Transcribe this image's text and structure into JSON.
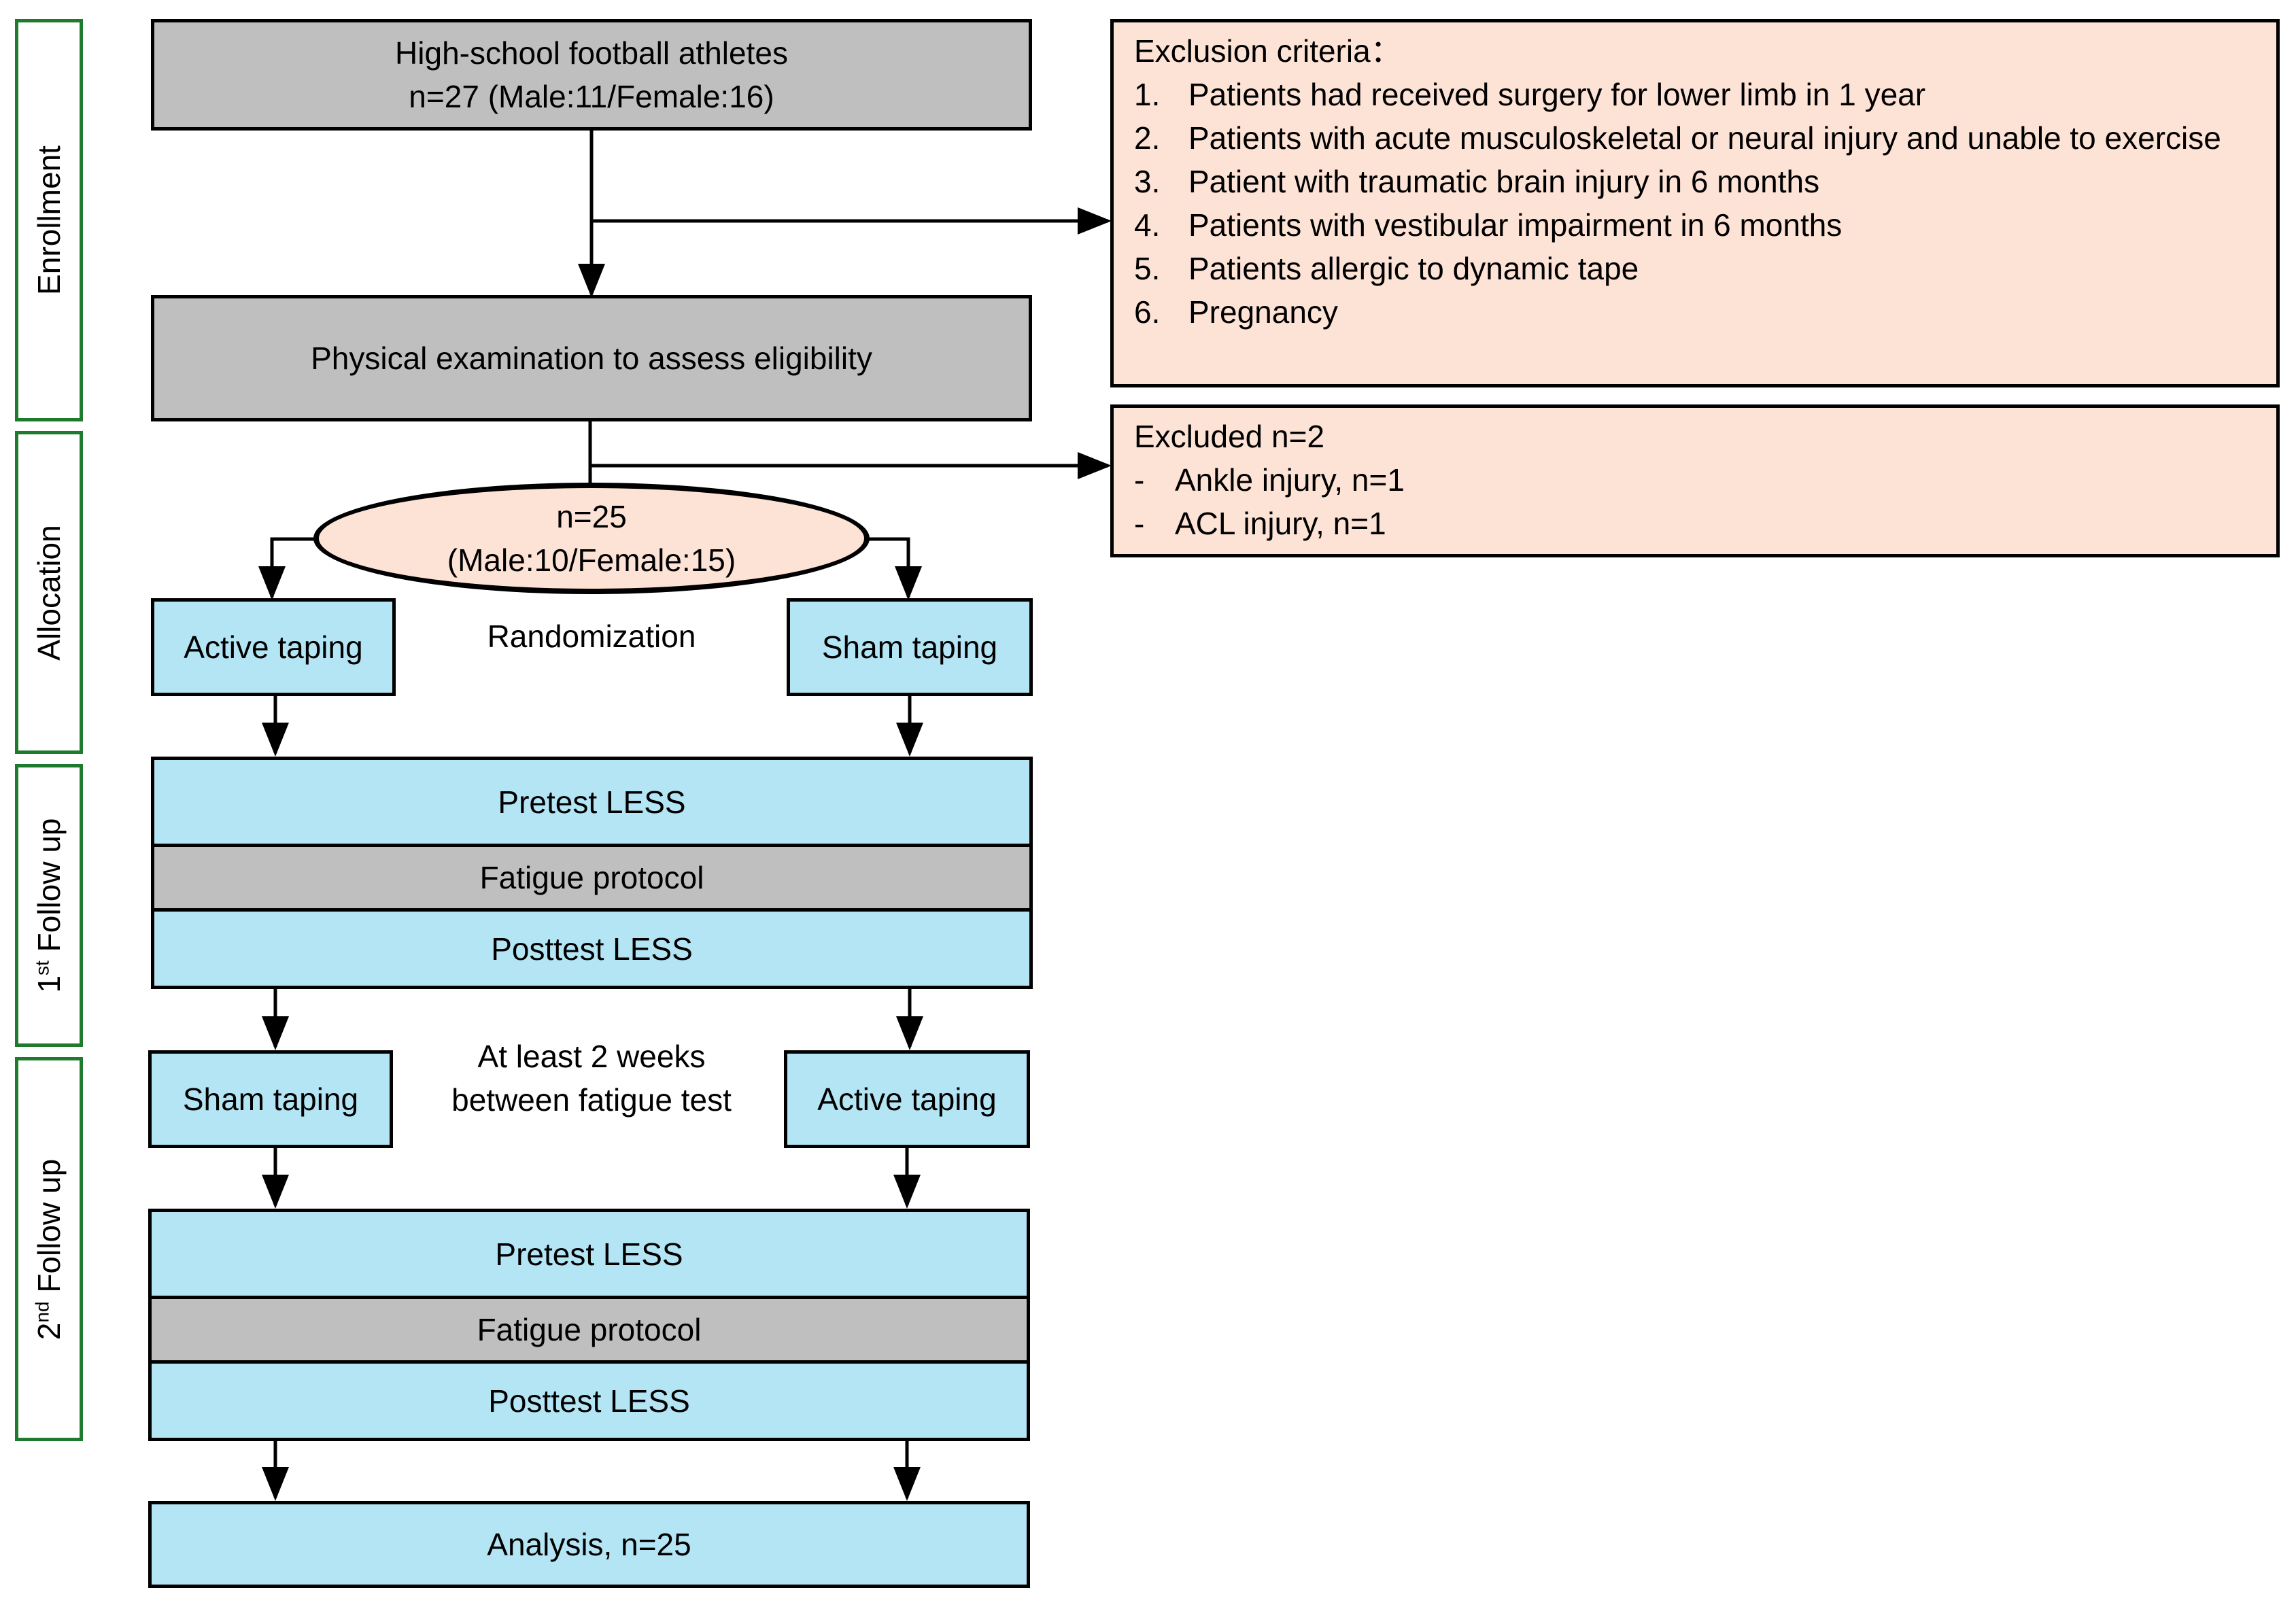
{
  "phases": {
    "enrollment": "Enrollment",
    "allocation": "Allocation",
    "followup1": {
      "ordinal": "1",
      "suffix": "st",
      "text": " Follow up"
    },
    "followup2": {
      "ordinal": "2",
      "suffix": "nd",
      "text": " Follow up"
    }
  },
  "enrollment": {
    "title": "High-school football athletes",
    "count": "n=27 (Male:11/Female:16)",
    "eligibility": "Physical examination to assess eligibility"
  },
  "exclusion_criteria": {
    "title": "Exclusion criteria：",
    "items": [
      {
        "num": "1.",
        "text": "Patients had received surgery for lower limb in 1 year"
      },
      {
        "num": "2.",
        "text": "Patients with acute musculoskeletal or neural injury and unable to exercise"
      },
      {
        "num": "3.",
        "text": "Patient with traumatic brain injury in 6 months"
      },
      {
        "num": "4.",
        "text": "Patients with vestibular impairment in 6 months"
      },
      {
        "num": "5.",
        "text": "Patients allergic to dynamic tape"
      },
      {
        "num": "6.",
        "text": "Pregnancy"
      }
    ]
  },
  "excluded": {
    "title": "Excluded n=2",
    "items": [
      {
        "num": "-",
        "text": "Ankle injury, n=1"
      },
      {
        "num": "-",
        "text": "ACL injury, n=1"
      }
    ]
  },
  "allocation": {
    "count": "n=25",
    "split": "(Male:10/Female:15)",
    "randomization": "Randomization",
    "left": "Active taping",
    "right": "Sham taping"
  },
  "followup1": {
    "pretest": "Pretest LESS",
    "fatigue": "Fatigue protocol",
    "posttest": "Posttest LESS"
  },
  "crossover": {
    "left": "Sham taping",
    "right": "Active taping",
    "note_line1": "At least 2 weeks",
    "note_line2": "between fatigue test"
  },
  "followup2": {
    "pretest": "Pretest LESS",
    "fatigue": "Fatigue protocol",
    "posttest": "Posttest LESS"
  },
  "analysis": "Analysis, n=25"
}
